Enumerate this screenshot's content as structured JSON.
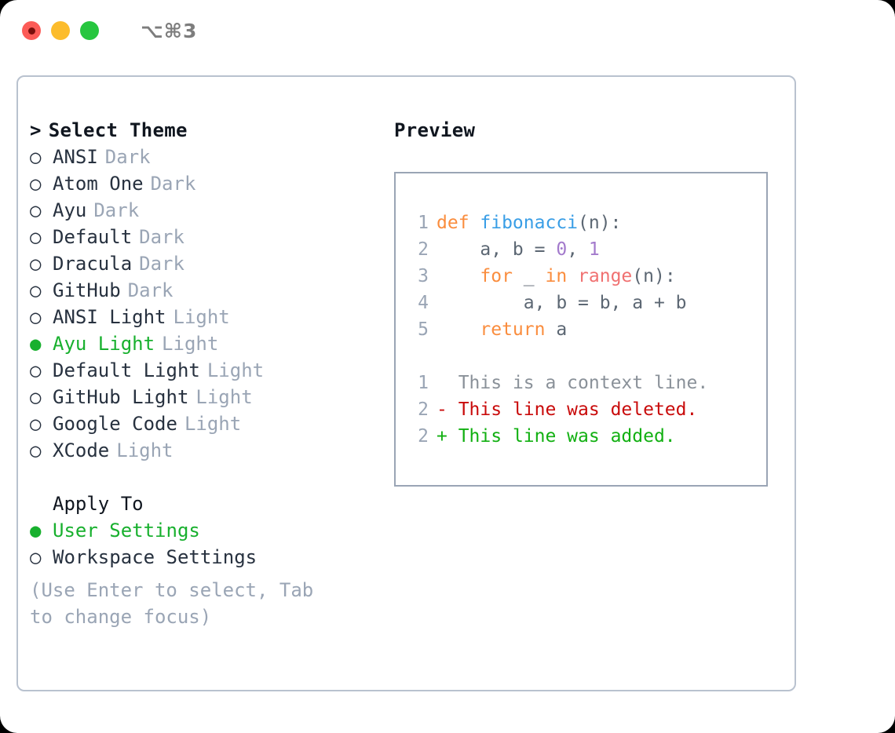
{
  "titlebar": {
    "shortcut": "⌥⌘3",
    "buttons": [
      {
        "name": "close",
        "color": "#fc5b57"
      },
      {
        "name": "minimize",
        "color": "#fcbc2c"
      },
      {
        "name": "zoom",
        "color": "#27c63f"
      }
    ]
  },
  "theme_picker": {
    "heading": "Select Theme",
    "caret": ">",
    "bullet_unselected": "○",
    "bullet_selected": "●",
    "items": [
      {
        "label": "ANSI",
        "tag": "Dark",
        "selected": false
      },
      {
        "label": "Atom One",
        "tag": "Dark",
        "selected": false
      },
      {
        "label": "Ayu",
        "tag": "Dark",
        "selected": false
      },
      {
        "label": "Default",
        "tag": "Dark",
        "selected": false
      },
      {
        "label": "Dracula",
        "tag": "Dark",
        "selected": false
      },
      {
        "label": "GitHub",
        "tag": "Dark",
        "selected": false
      },
      {
        "label": "ANSI Light",
        "tag": "Light",
        "selected": false
      },
      {
        "label": "Ayu Light",
        "tag": "Light",
        "selected": true
      },
      {
        "label": "Default Light",
        "tag": "Light",
        "selected": false
      },
      {
        "label": "GitHub Light",
        "tag": "Light",
        "selected": false
      },
      {
        "label": "Google Code",
        "tag": "Light",
        "selected": false
      },
      {
        "label": "XCode",
        "tag": "Light",
        "selected": false
      }
    ]
  },
  "apply_to": {
    "heading": "Apply To",
    "items": [
      {
        "label": "User Settings",
        "selected": true
      },
      {
        "label": "Workspace Settings",
        "selected": false
      }
    ]
  },
  "hint": "(Use Enter to select, Tab to change focus)",
  "preview": {
    "title": "Preview",
    "code_lines": [
      {
        "num": "1",
        "tokens": [
          {
            "t": "def ",
            "c": "kw"
          },
          {
            "t": "fibonacci",
            "c": "fn"
          },
          {
            "t": "(n):",
            "c": "plain"
          }
        ]
      },
      {
        "num": "2",
        "tokens": [
          {
            "t": "    a, b = ",
            "c": "plain"
          },
          {
            "t": "0",
            "c": "num"
          },
          {
            "t": ", ",
            "c": "plain"
          },
          {
            "t": "1",
            "c": "num"
          }
        ]
      },
      {
        "num": "3",
        "tokens": [
          {
            "t": "    ",
            "c": "plain"
          },
          {
            "t": "for",
            "c": "kw"
          },
          {
            "t": " _ ",
            "c": "plain"
          },
          {
            "t": "in",
            "c": "kw"
          },
          {
            "t": " ",
            "c": "plain"
          },
          {
            "t": "range",
            "c": "call"
          },
          {
            "t": "(n):",
            "c": "plain"
          }
        ]
      },
      {
        "num": "4",
        "tokens": [
          {
            "t": "        a, b = b, a + b",
            "c": "plain"
          }
        ]
      },
      {
        "num": "5",
        "tokens": [
          {
            "t": "    ",
            "c": "plain"
          },
          {
            "t": "return",
            "c": "kw"
          },
          {
            "t": " a",
            "c": "plain"
          }
        ]
      }
    ],
    "diff_lines": [
      {
        "num": "1",
        "marker": " ",
        "text": " This is a context line.",
        "kind": "ctx"
      },
      {
        "num": "2",
        "marker": "-",
        "text": " This line was deleted.",
        "kind": "del"
      },
      {
        "num": "2",
        "marker": "+",
        "text": " This line was added.",
        "kind": "add"
      }
    ]
  },
  "colors": {
    "accent_green": "#18b02e",
    "muted": "#9aa5b5",
    "keyword_orange": "#fa8d3e",
    "function_blue": "#399ee6",
    "number_purple": "#a37acc",
    "call_red": "#f07171",
    "diff_add": "#12b012",
    "diff_del": "#c90b0b"
  }
}
